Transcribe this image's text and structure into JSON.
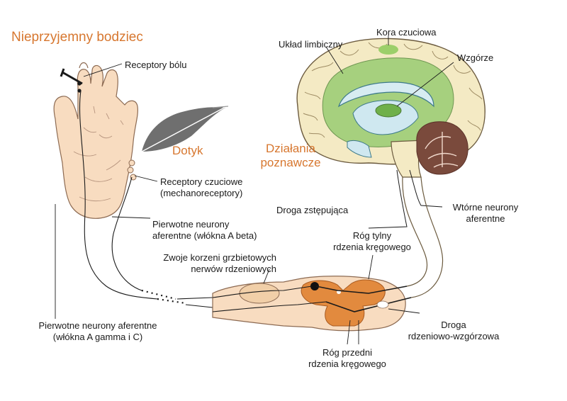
{
  "labels": {
    "title": "Nieprzyjemny bodziec",
    "pain_receptors": "Receptory bólu",
    "touch": "Dotyk",
    "cognitive_1": "Działania",
    "cognitive_2": "poznawcze",
    "limbic": "Układ limbiczny",
    "cortex": "Kora czuciowa",
    "thalamus": "Wzgórze",
    "touch_receptors_1": "Receptory czuciowe",
    "touch_receptors_2": "(mechanoreceptory)",
    "primary_beta_1": "Pierwotne neurony",
    "primary_beta_2": "aferentne (włókna A  beta)",
    "descending": "Droga zstępująca",
    "secondary_1": "Wtórne neurony",
    "secondary_2": "aferentne",
    "dorsal_horn_1": "Róg tylny",
    "dorsal_horn_2": "rdzenia kręgowego",
    "ganglia_1": "Zwoje korzeni grzbietowych",
    "ganglia_2": "nerwów rdzeniowych",
    "primary_gamma_1": "Pierwotne neurony aferentne",
    "primary_gamma_2": "(włókna A gamma i C)",
    "tract_1": "Droga",
    "tract_2": "rdzeniowo-wzgórzowa",
    "ventral_horn_1": "Róg przedni",
    "ventral_horn_2": "rdzenia kręgowego"
  },
  "colors": {
    "accent": "#d7772f",
    "skin": "#f8dcc0",
    "skin_line": "#8c6a52",
    "brain_cortex": "#f4eac4",
    "limbic": "#a6d07e",
    "blue": "#cfe8f0",
    "cerebellum": "#7a4a3c",
    "spinal_gray": "#e28a3e"
  }
}
